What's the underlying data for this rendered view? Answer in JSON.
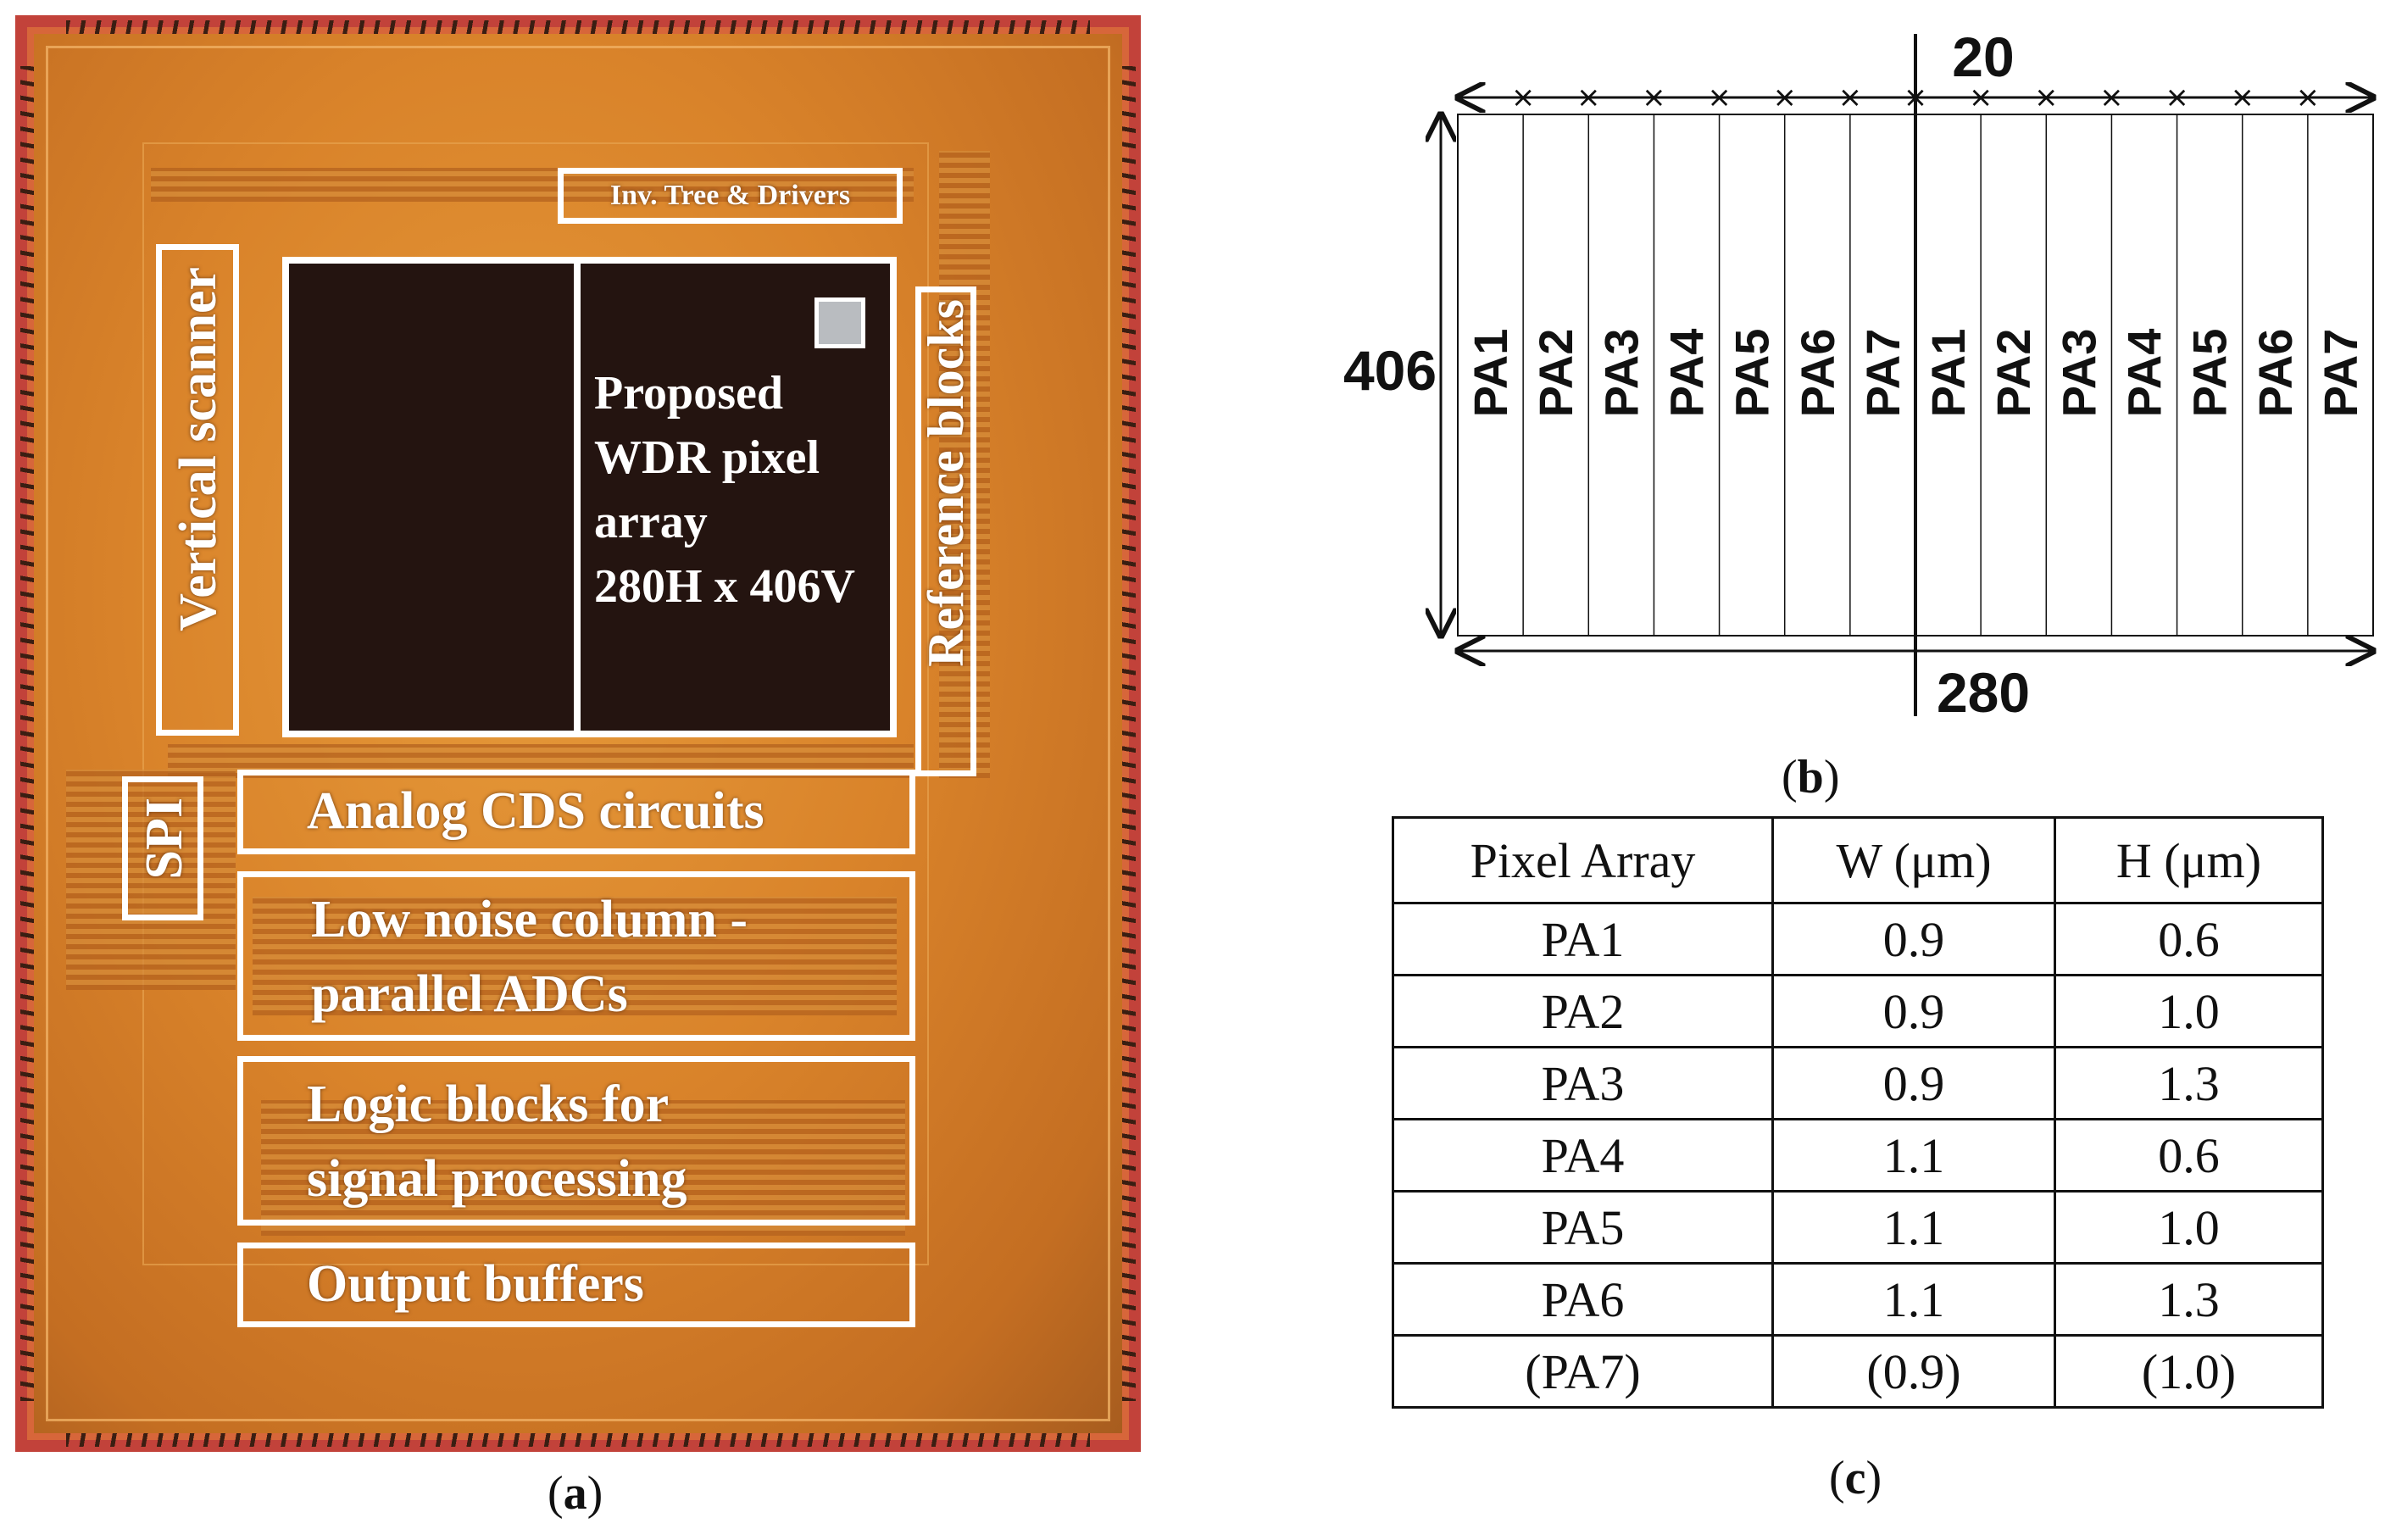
{
  "panel_a": {
    "caption_letter": "a",
    "labels": {
      "inv_tree": "Inv. Tree & Drivers",
      "vertical_scanner": "Vertical scanner",
      "reference_blocks": "Reference blocks",
      "array_lines": [
        "Proposed",
        "WDR pixel",
        "array",
        "280H x 406V"
      ],
      "spi": "SPI",
      "analog_cds": "Analog CDS circuits",
      "adc_line1": "Low noise column -",
      "adc_line2": "parallel ADCs",
      "logic_line1": "Logic blocks for",
      "logic_line2": "signal processing",
      "output_buffers": "Output buffers"
    }
  },
  "panel_b": {
    "caption_letter": "b",
    "column_width_label": "20",
    "total_width_label": "280",
    "height_label": "406",
    "columns": [
      "PA1",
      "PA2",
      "PA3",
      "PA4",
      "PA5",
      "PA6",
      "PA7",
      "PA1",
      "PA2",
      "PA3",
      "PA4",
      "PA5",
      "PA6",
      "PA7"
    ]
  },
  "panel_c": {
    "caption_letter": "c",
    "headers": [
      "Pixel Array",
      "W (μm)",
      "H (μm)"
    ],
    "rows": [
      [
        "PA1",
        "0.9",
        "0.6"
      ],
      [
        "PA2",
        "0.9",
        "1.0"
      ],
      [
        "PA3",
        "0.9",
        "1.3"
      ],
      [
        "PA4",
        "1.1",
        "0.6"
      ],
      [
        "PA5",
        "1.1",
        "1.0"
      ],
      [
        "PA6",
        "1.1",
        "1.3"
      ],
      [
        "(PA7)",
        "(0.9)",
        "(1.0)"
      ]
    ]
  }
}
